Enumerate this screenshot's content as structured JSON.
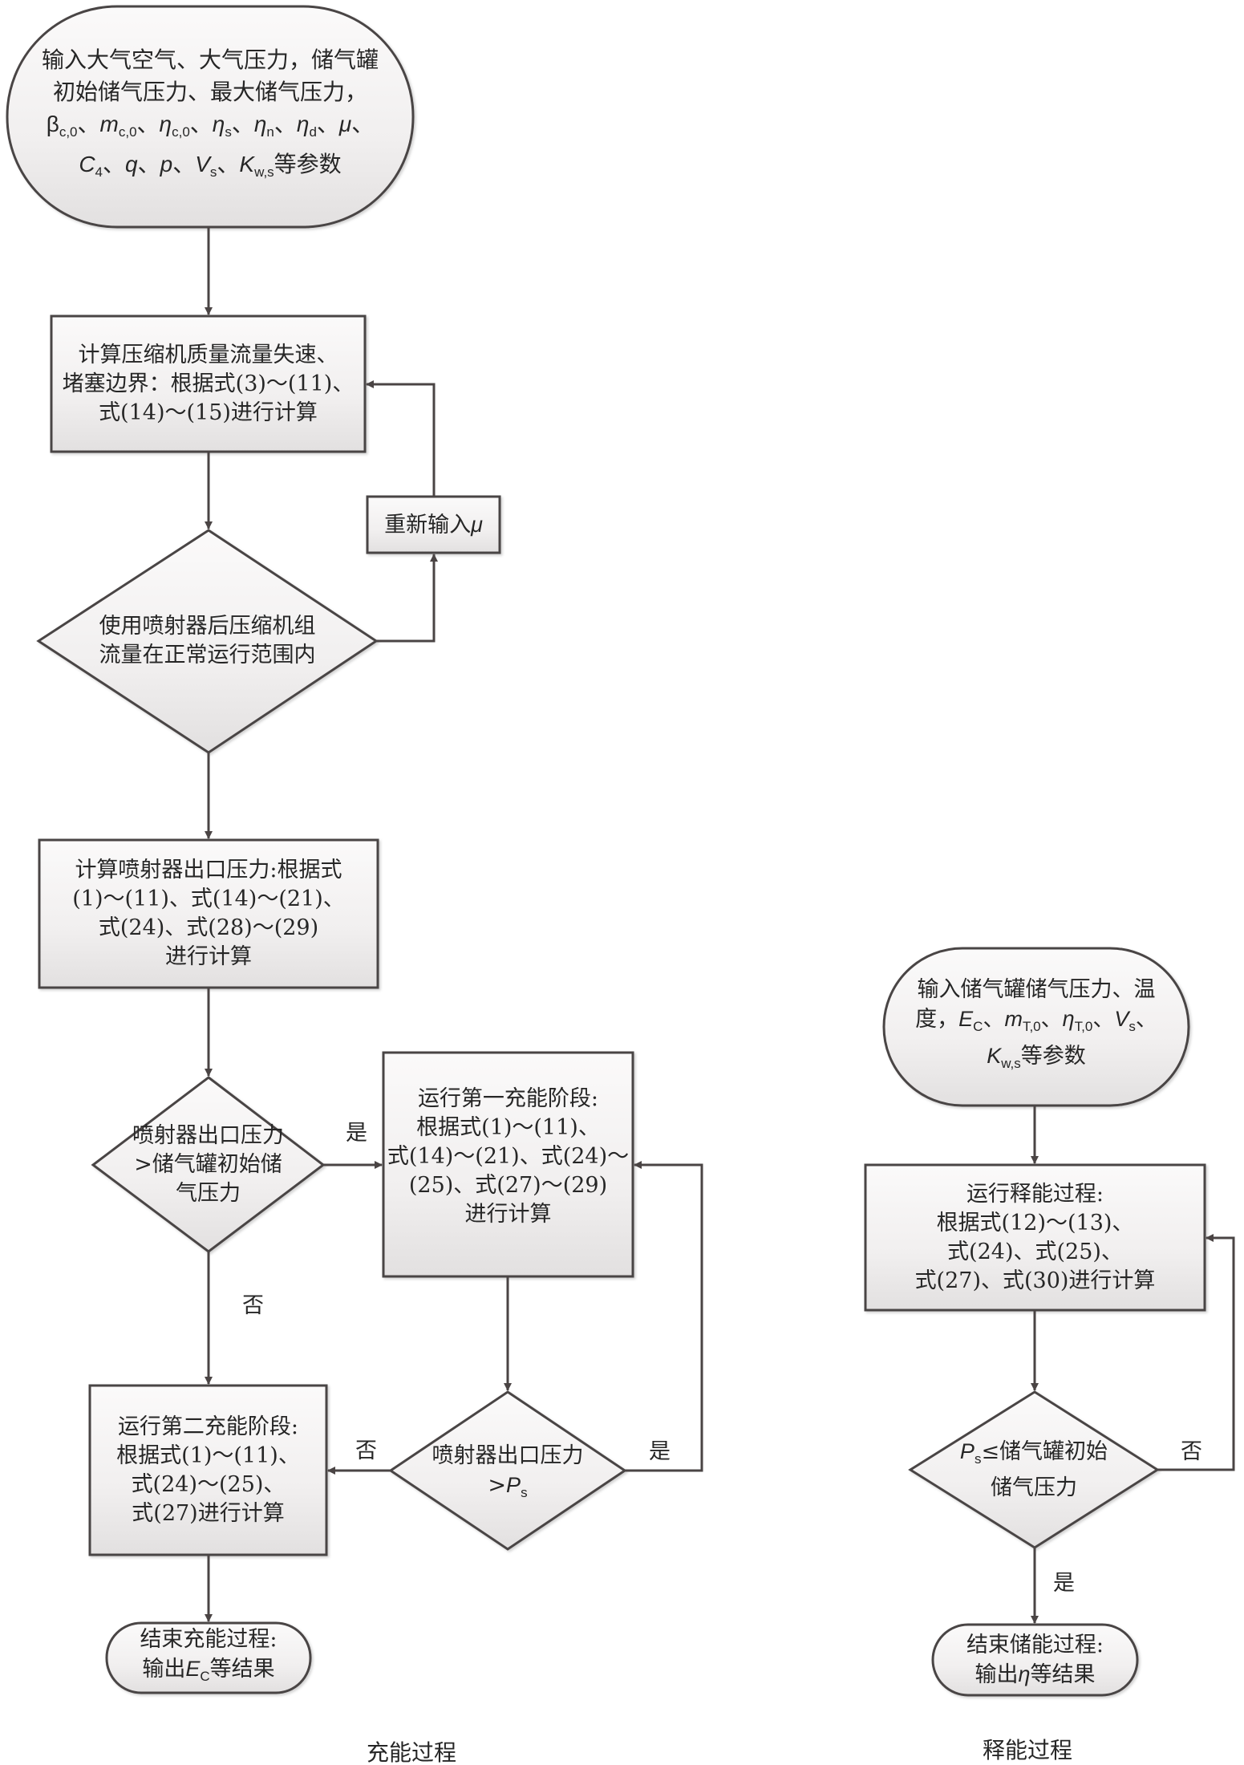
{
  "diagram": {
    "title": "充能过程与释能过程计算流程图",
    "colors": {
      "stroke": "#4a4444",
      "fill_light": "#f7f6f6",
      "fill_dark": "#e4e2e2",
      "text": "#262626"
    },
    "charging": {
      "caption": "充能过程",
      "start": {
        "type": "terminal",
        "lines": [
          "输入大气空气、大气压力，储气罐",
          "初始储气压力、最大储气压力，",
          "β_{c,0}、m_{c,0}、η_{c,0}、η_{s}、η_{n}、η_{d}、μ、",
          "C_{4}、q、p、V_{s}、K_{w,s}等参数"
        ]
      },
      "compute_surge_choke": {
        "type": "process",
        "lines": [
          "计算压缩机质量流量失速、",
          "堵塞边界：根据式(3)～(11)、",
          "式(14)～(15)进行计算"
        ]
      },
      "reinput": {
        "type": "process",
        "lines": [
          "重新输入μ"
        ]
      },
      "check_flow_range": {
        "type": "decision",
        "lines": [
          "使用喷射器后压缩机组",
          "流量在正常运行范围内"
        ]
      },
      "compute_ejector_outlet": {
        "type": "process",
        "lines": [
          "计算喷射器出口压力:根据式",
          "(1)～(11)、式(14)～(21)、",
          "式(24)、式(28)～(29)",
          "进行计算"
        ]
      },
      "check_initial_pressure": {
        "type": "decision",
        "lines": [
          "喷射器出口压力",
          ">储气罐初始储",
          "气压力"
        ]
      },
      "stage1": {
        "type": "process",
        "lines": [
          "运行第一充能阶段:",
          "根据式(1)～(11)、",
          "式(14)～(21)、式(24)～",
          "(25)、式(27)～(29)",
          "进行计算"
        ]
      },
      "check_ps": {
        "type": "decision",
        "lines": [
          "喷射器出口压力",
          ">P_{s}"
        ]
      },
      "stage2": {
        "type": "process",
        "lines": [
          "运行第二充能阶段:",
          "根据式(1)～(11)、",
          "式(24)～(25)、",
          "式(27)进行计算"
        ]
      },
      "end": {
        "type": "terminal",
        "lines": [
          "结束充能过程:",
          "输出E_{C}等结果"
        ]
      },
      "labels": {
        "yes_to_stage1": "是",
        "no_to_stage2": "否",
        "yes_loop_stage1": "是",
        "no_from_ps": "否"
      }
    },
    "discharging": {
      "caption": "释能过程",
      "start": {
        "type": "terminal",
        "lines": [
          "输入储气罐储气压力、温",
          "度，E_{C}、m_{T,0}、η_{T,0}、V_{s}、",
          "K_{w,s}等参数"
        ]
      },
      "run_release": {
        "type": "process",
        "lines": [
          "运行释能过程:",
          "根据式(12)～(13)、",
          "式(24)、式(25)、",
          "式(27)、式(30)进行计算"
        ]
      },
      "check_ps_initial": {
        "type": "decision",
        "lines": [
          "P_{s}≤储气罐初始",
          "储气压力"
        ]
      },
      "end": {
        "type": "terminal",
        "lines": [
          "结束储能过程:",
          "输出η等结果"
        ]
      },
      "labels": {
        "no_loop": "否",
        "yes_to_end": "是"
      }
    }
  }
}
